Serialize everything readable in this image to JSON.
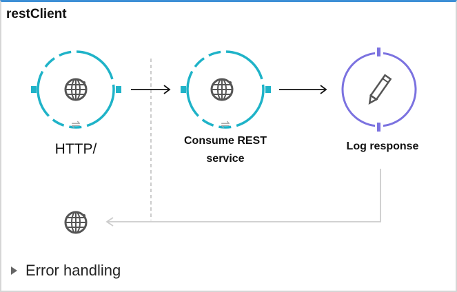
{
  "flow": {
    "title": "restClient"
  },
  "nodes": [
    {
      "label": "HTTP/",
      "icon": "globe-icon",
      "color": "#1fb3c8"
    },
    {
      "label_line1": "Consume REST",
      "label_line2": "service",
      "icon": "globe-icon",
      "color": "#1fb3c8"
    },
    {
      "label": "Log response",
      "icon": "pencil-icon",
      "color": "#7b72e0"
    }
  ],
  "error_handling": {
    "label": "Error handling"
  }
}
